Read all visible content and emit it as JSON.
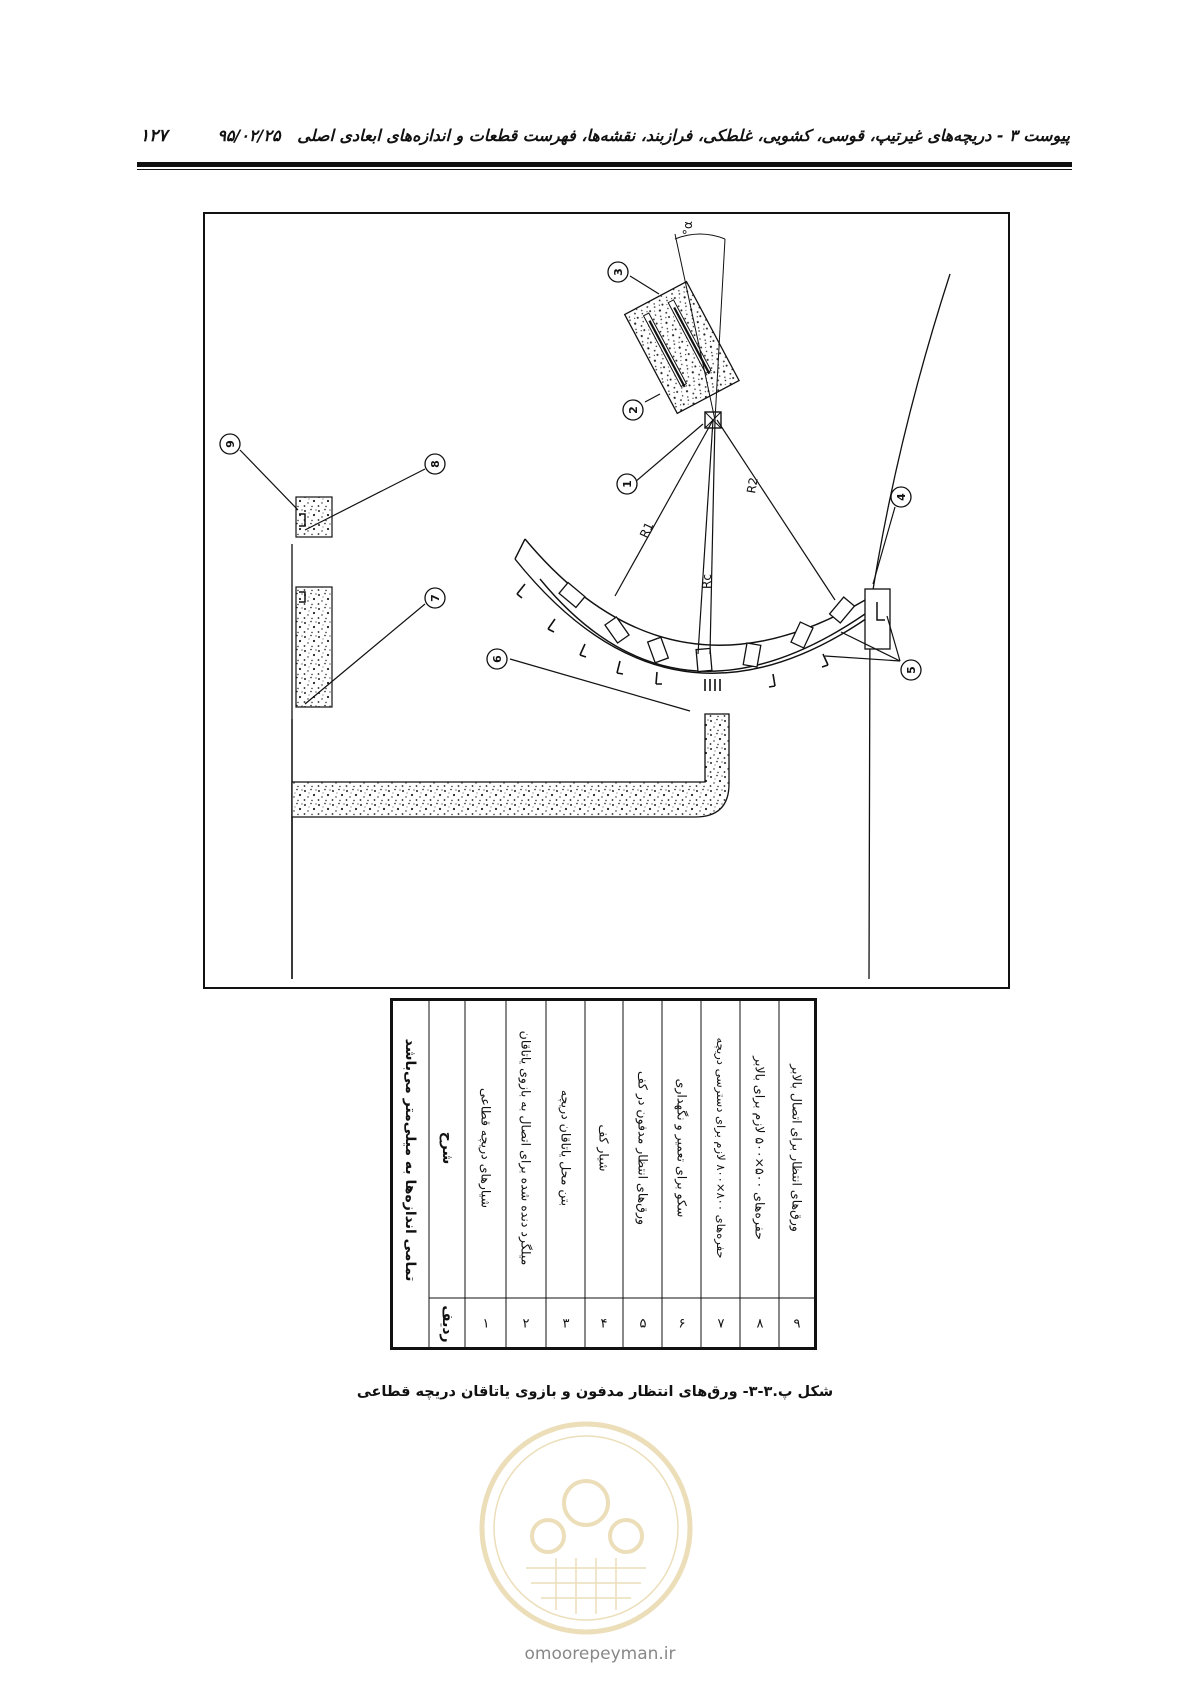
{
  "header": {
    "title": "پیوست ۳ - دریچه‌های غیرتیپ، قوسی، کشویی، غلطکی، فرازبند، نقشه‌ها، فهرست قطعات و اندازه‌های ابعادی اصلی",
    "date": "۹۵/۰۲/۲۵",
    "page_number": "۱۲۷"
  },
  "figure": {
    "callouts": [
      "1",
      "2",
      "3",
      "4",
      "5",
      "6",
      "7",
      "8",
      "9"
    ],
    "dimension_labels": {
      "r1": "R1",
      "r2": "R2",
      "rc": "Rc",
      "angle": "°α"
    }
  },
  "legend": {
    "title": "تمامی اندازه‌ها به میلی‌متر می‌باشد",
    "col_description": "شرح",
    "col_row": "ردیف",
    "rows": [
      {
        "n": "۱",
        "text": "شیارهای دریچه قطاعی"
      },
      {
        "n": "۲",
        "text": "میلگرد دنده شده برای اتصال به بازوی یاتاقان"
      },
      {
        "n": "۳",
        "text": "بتن محل یاتاقان دریچه"
      },
      {
        "n": "۴",
        "text": "شیار کف"
      },
      {
        "n": "۵",
        "text": "ورق‌های انتظار مدفون در کف"
      },
      {
        "n": "۶",
        "text": "سکو برای تعمیر و نگهداری"
      },
      {
        "n": "۷",
        "text": "حفره‌های ۸۰۰×۸۰۰ لازم برای دسترسی دریچه"
      },
      {
        "n": "۸",
        "text": "حفره‌های ۵۰۰×۵۰۰ لازم برای بالابر"
      },
      {
        "n": "۹",
        "text": "ورق‌های انتظار برای اتصال بالابر"
      }
    ]
  },
  "caption": "شکل پ.۳-۳- ورق‌های انتظار مدفون و بازوی یاتاقان دریچه قطاعی",
  "watermark": {
    "site": "omoorepeyman.ir"
  }
}
